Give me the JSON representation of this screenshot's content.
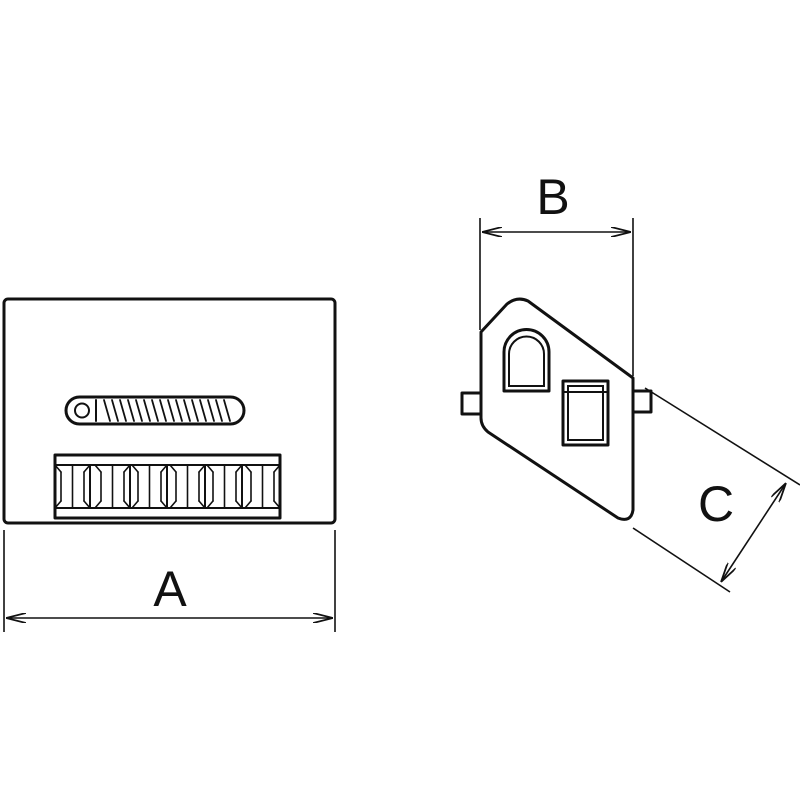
{
  "dimensions": {
    "a_label": "A",
    "b_label": "B",
    "c_label": "C"
  },
  "colors": {
    "line": "#111111",
    "background": "#ffffff"
  }
}
